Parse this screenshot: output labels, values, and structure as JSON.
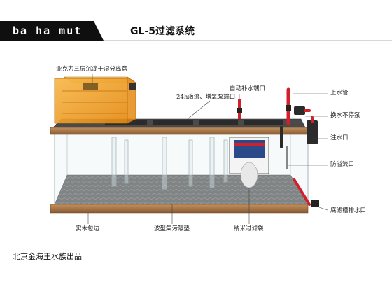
{
  "header": {
    "brand": "ba ha mut",
    "model_title": "GL-5过滤系统"
  },
  "callouts": {
    "acrylic_box": "亚克力三层沉淀干湿分离盒",
    "inlet_24h": "24h滴流、增氧泵端口",
    "auto_refill": "自动补水端口",
    "upper_pipe": "上水管",
    "water_change_pump": "换水不停泵",
    "fill_port": "注水口",
    "overflow_port": "防溢流口",
    "bottom_drain": "底滤槽排水口",
    "wood_trim": "实木包边",
    "sediment_mat": "波型集污隔垫",
    "nano_bag": "纳米过滤袋"
  },
  "footer": {
    "credit": "北京金海王水族出品"
  },
  "colors": {
    "brand_bar": "#0f0f0f",
    "acrylic_orange": "#f5a623",
    "wood": "#a8784a",
    "pipe_red": "#d0202a",
    "frame_dark": "#2b2b2b"
  }
}
